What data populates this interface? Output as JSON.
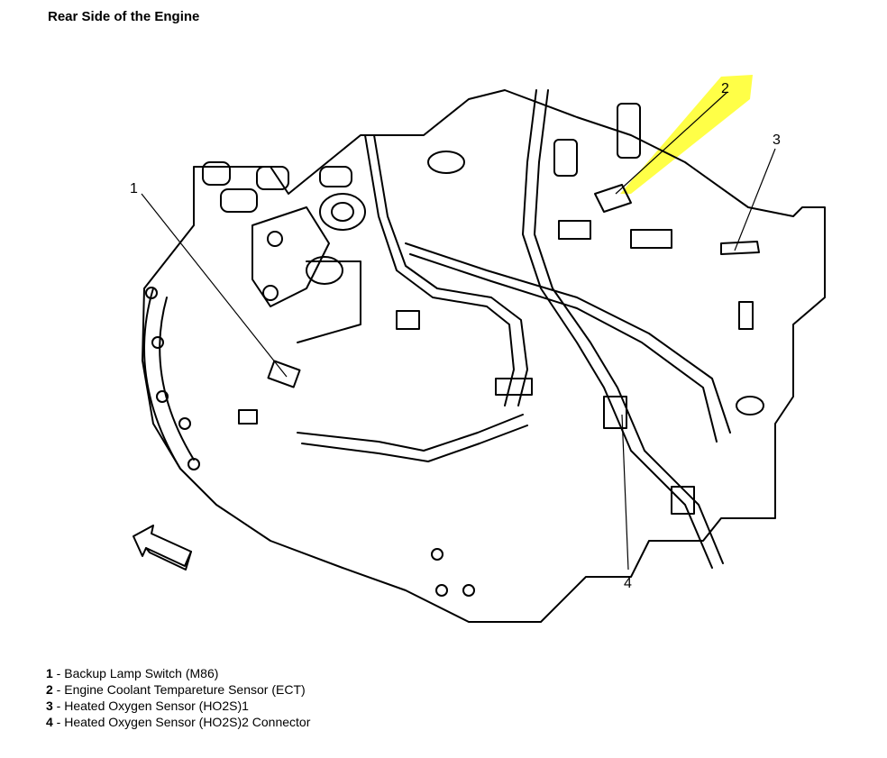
{
  "title": "Rear Side of the Engine",
  "callouts": [
    {
      "id": "1",
      "label": "1"
    },
    {
      "id": "2",
      "label": "2"
    },
    {
      "id": "3",
      "label": "3"
    },
    {
      "id": "4",
      "label": "4"
    }
  ],
  "legend": [
    {
      "num": "1",
      "text": " - Backup Lamp Switch (M86)"
    },
    {
      "num": "2",
      "text": " - Engine Coolant Tempareture Sensor (ECT)"
    },
    {
      "num": "3",
      "text": " - Heated Oxygen Sensor (HO2S)1"
    },
    {
      "num": "4",
      "text": " - Heated Oxygen Sensor (HO2S)2 Connector"
    }
  ],
  "highlight_color": "#ffff33"
}
